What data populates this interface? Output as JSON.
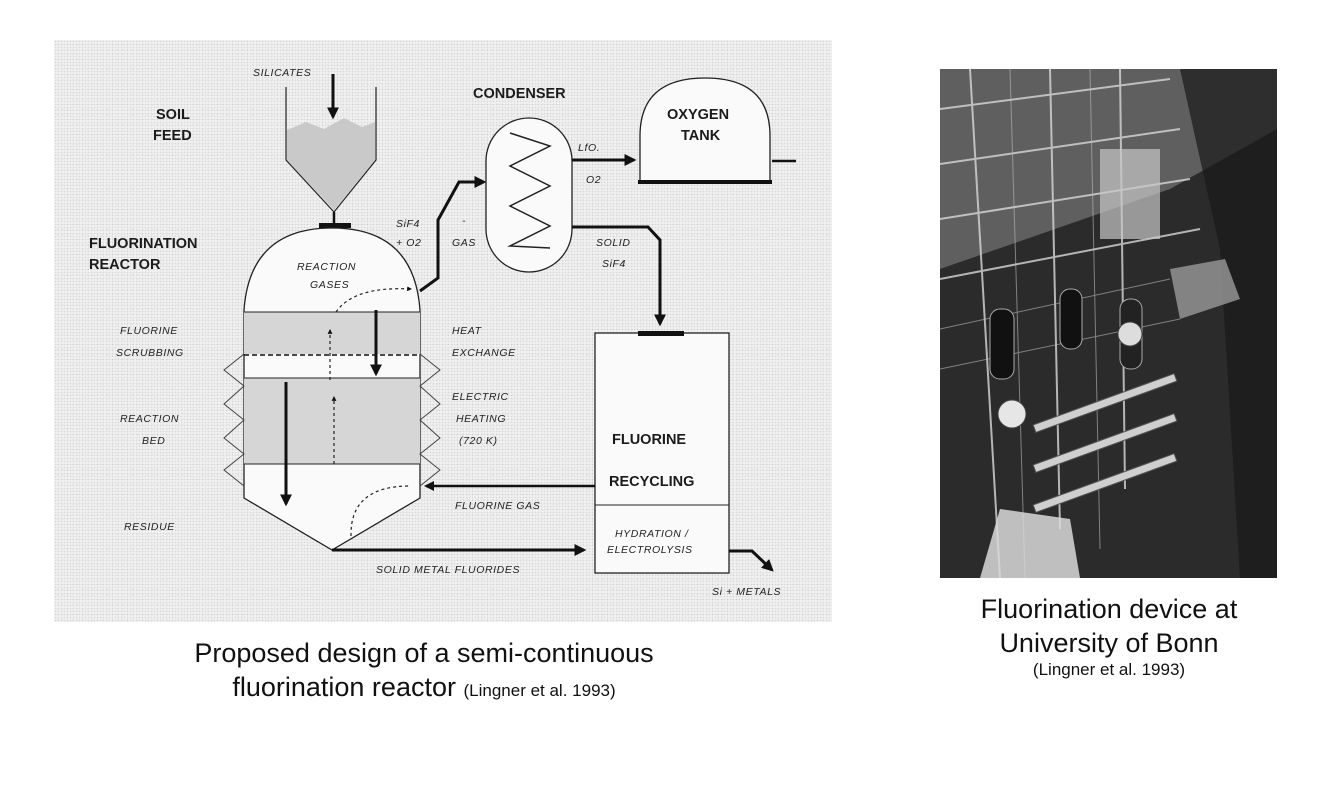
{
  "diagram": {
    "labels": {
      "silicates": "SILICATES",
      "soil_feed_1": "SOIL",
      "soil_feed_2": "FEED",
      "condenser": "CONDENSER",
      "oxygen_tank_1": "OXYGEN",
      "oxygen_tank_2": "TANK",
      "lo2": "LfO.",
      "o2": "O2",
      "sif4_o2_1": "SiF4",
      "sif4_o2_2": "+ O2",
      "gas_dash": "-",
      "gas": "GAS",
      "solid_1": "SOLID",
      "solid_2": "SiF4",
      "reactor_1": "FLUORINATION",
      "reactor_2": "REACTOR",
      "reaction_gases_1": "REACTION",
      "reaction_gases_2": "GASES",
      "fluorine_scrubbing_1": "FLUORINE",
      "fluorine_scrubbing_2": "SCRUBBING",
      "heat_exchange_1": "HEAT",
      "heat_exchange_2": "EXCHANGE",
      "reaction_bed_1": "REACTION",
      "reaction_bed_2": "BED",
      "electric_heating_1": "ELECTRIC",
      "electric_heating_2": "HEATING",
      "electric_heating_3": "(720 K)",
      "residue": "RESIDUE",
      "fluorine_gas": "FLUORINE GAS",
      "fluorine_recycling_1": "FLUORINE",
      "fluorine_recycling_2": "RECYCLING",
      "hydration_1": "HYDRATION /",
      "hydration_2": "ELECTROLYSIS",
      "solid_metal_fluorides": "SOLID METAL FLUORIDES",
      "si_metals": "Si + METALS"
    }
  },
  "captions": {
    "left_line1": "Proposed design of a semi-continuous",
    "left_line2": "fluorination reactor",
    "left_cite": "(Lingner et al. 1993)",
    "right_line1": "Fluorination device at",
    "right_line2": "University of Bonn",
    "right_cite": "(Lingner et al. 1993)"
  }
}
